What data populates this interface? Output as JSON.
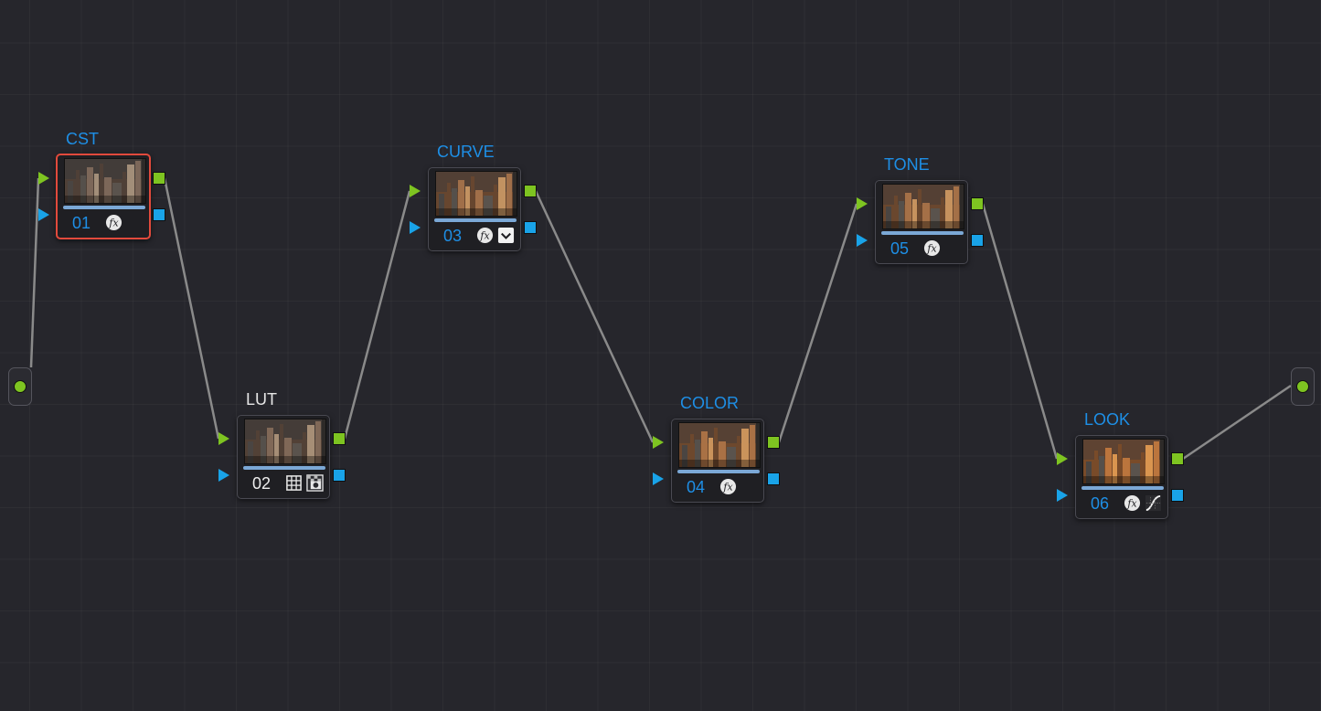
{
  "canvas": {
    "background": "#26262c",
    "grid_visible": true
  },
  "colors": {
    "label_blue": "#1e8fe6",
    "label_white": "#e6e6e6",
    "rgb_port": "#7ec421",
    "alpha_port": "#19a3e8",
    "selected_outline": "#e24a3c",
    "wire": "#8a8a8a"
  },
  "source_node": {
    "name": "source-input-node",
    "icon": "green-dot"
  },
  "output_node": {
    "name": "output-node",
    "icon": "green-dot"
  },
  "nodes": [
    {
      "label": "CST",
      "number": "01",
      "label_color": "blue",
      "selected": true,
      "icons": [
        "fx-icon"
      ]
    },
    {
      "label": "LUT",
      "number": "02",
      "label_color": "white",
      "selected": false,
      "icons": [
        "lut-grid-icon",
        "key-mask-icon"
      ]
    },
    {
      "label": "CURVE",
      "number": "03",
      "label_color": "blue",
      "selected": false,
      "icons": [
        "fx-icon",
        "dropdown-check-icon"
      ]
    },
    {
      "label": "COLOR",
      "number": "04",
      "label_color": "blue",
      "selected": false,
      "icons": [
        "fx-icon"
      ]
    },
    {
      "label": "TONE",
      "number": "05",
      "label_color": "blue",
      "selected": false,
      "icons": [
        "fx-icon"
      ]
    },
    {
      "label": "LOOK",
      "number": "06",
      "label_color": "blue",
      "selected": false,
      "icons": [
        "fx-icon",
        "curves-icon"
      ]
    }
  ]
}
